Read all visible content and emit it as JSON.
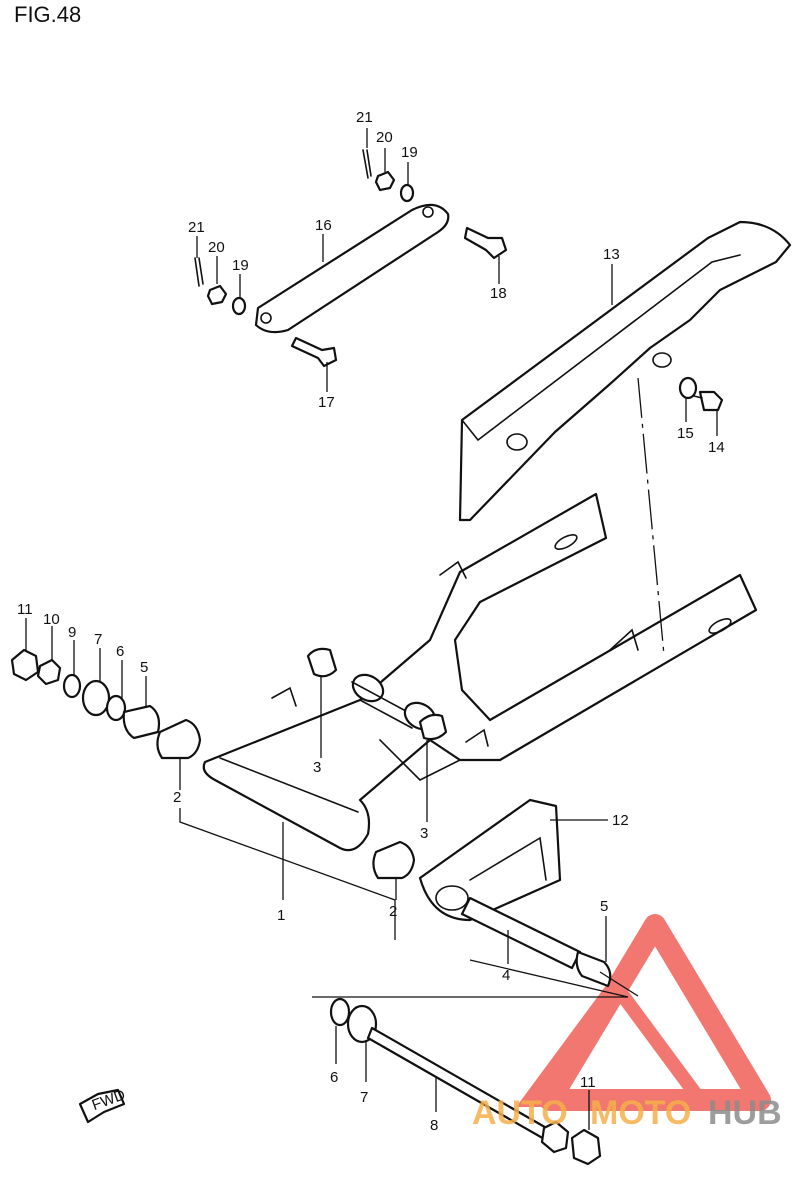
{
  "figure": {
    "title": "FIG.48"
  },
  "callouts": {
    "p1": "1",
    "p2a": "2",
    "p2b": "2",
    "p3a": "3",
    "p3b": "3",
    "p4": "4",
    "p5a": "5",
    "p5b": "5",
    "p6a": "6",
    "p6b": "6",
    "p7a": "7",
    "p7b": "7",
    "p8": "8",
    "p9": "9",
    "p10": "10",
    "p11a": "11",
    "p11b": "11",
    "p12": "12",
    "p13": "13",
    "p14": "14",
    "p15": "15",
    "p16": "16",
    "p17": "17",
    "p18": "18",
    "p19a": "19",
    "p19b": "19",
    "p20a": "20",
    "p20b": "20",
    "p21a": "21",
    "p21b": "21"
  },
  "direction_arrow": {
    "label": "FWD"
  },
  "watermark": {
    "part1": "AUTO",
    "part2": "MOTO",
    "part3": "HUB",
    "colors": {
      "orange": "#f5b04a",
      "gray": "#8c8c8c",
      "triangle": "#ef4a42"
    }
  }
}
